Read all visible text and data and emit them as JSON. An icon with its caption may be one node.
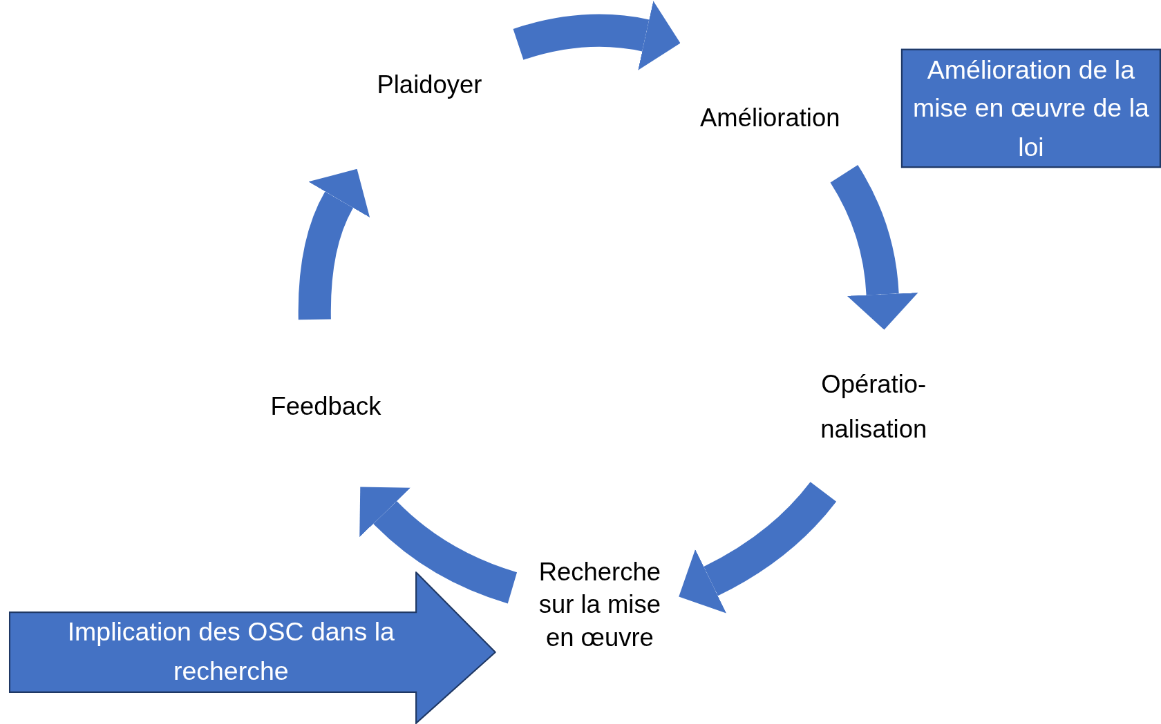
{
  "diagram": {
    "nodes": [
      {
        "text": [
          "Plaidoyer"
        ]
      },
      {
        "text": [
          "Amélioration"
        ]
      },
      {
        "text": [
          "Opératio- nalisation"
        ]
      },
      {
        "text": [
          "Recherche sur la mise en œuvre"
        ]
      },
      {
        "text": [
          "Feedback"
        ]
      },
      {
        "text": [
          "Amélioration de la mise en œuvre de la loi"
        ]
      },
      {
        "text": [
          "Implication des OSC dans la recherche"
        ]
      }
    ],
    "edges": [
      {
        "from": 0,
        "to": 1,
        "arrow": "to"
      },
      {
        "from": 1,
        "to": 2,
        "arrow": "to"
      },
      {
        "from": 2,
        "to": 3,
        "arrow": "to"
      },
      {
        "from": 3,
        "to": 4,
        "arrow": "to"
      },
      {
        "from": 4,
        "to": 0,
        "arrow": "to"
      }
    ]
  }
}
